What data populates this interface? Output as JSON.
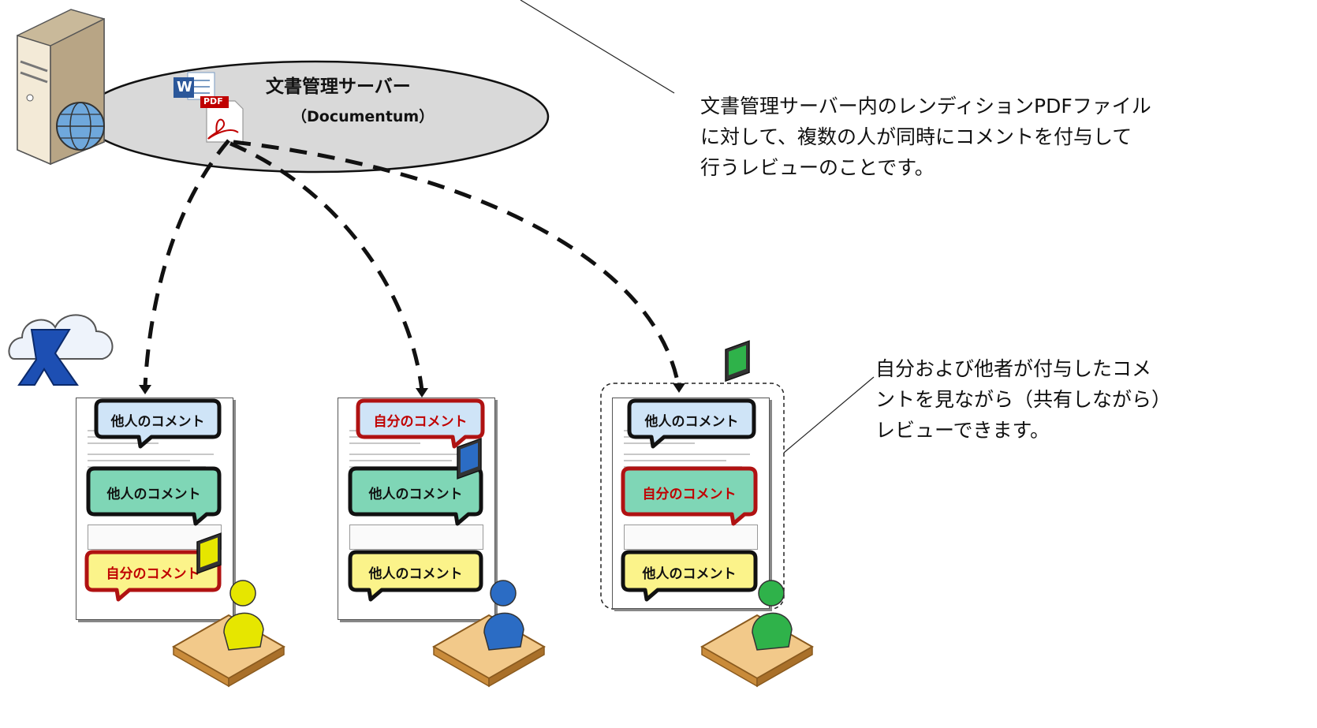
{
  "server": {
    "title": "文書管理サーバー",
    "subtitle": "（Documentum）",
    "file_icons": [
      "W",
      "PDF"
    ]
  },
  "notes": {
    "top_line1": "文書管理サーバー内のレンディションPDFファイル",
    "top_line2": "に対して、複数の人が同時にコメントを付与して",
    "top_line3": "行うレビューのことです。",
    "side_line1": "自分および他者が付与したコメ",
    "side_line2": "ントを見ながら（共有しながら）",
    "side_line3": "レビューできます。"
  },
  "documents": [
    {
      "user_color": "#e6e600",
      "comments": [
        {
          "text": "他人のコメント",
          "fill": "#cfe4f7",
          "border": "#111111",
          "text_color": "#111111"
        },
        {
          "text": "他人のコメント",
          "fill": "#7fd6b6",
          "border": "#111111",
          "text_color": "#111111"
        },
        {
          "text": "自分のコメント",
          "fill": "#fbf38a",
          "border": "#b01212",
          "text_color": "#c00000"
        }
      ]
    },
    {
      "user_color": "#2b6cc4",
      "comments": [
        {
          "text": "自分のコメント",
          "fill": "#cfe4f7",
          "border": "#b01212",
          "text_color": "#c00000"
        },
        {
          "text": "他人のコメント",
          "fill": "#7fd6b6",
          "border": "#111111",
          "text_color": "#111111"
        },
        {
          "text": "他人のコメント",
          "fill": "#fbf38a",
          "border": "#111111",
          "text_color": "#111111"
        }
      ]
    },
    {
      "user_color": "#2fb24a",
      "comments": [
        {
          "text": "他人のコメント",
          "fill": "#cfe4f7",
          "border": "#111111",
          "text_color": "#111111"
        },
        {
          "text": "自分のコメント",
          "fill": "#7fd6b6",
          "border": "#b01212",
          "text_color": "#c00000"
        },
        {
          "text": "他人のコメント",
          "fill": "#fbf38a",
          "border": "#111111",
          "text_color": "#111111"
        }
      ]
    }
  ],
  "colors": {
    "ellipse_fill": "#d9d9d9",
    "dash": "#111111",
    "cloud_logo": "#1d4fb3"
  }
}
